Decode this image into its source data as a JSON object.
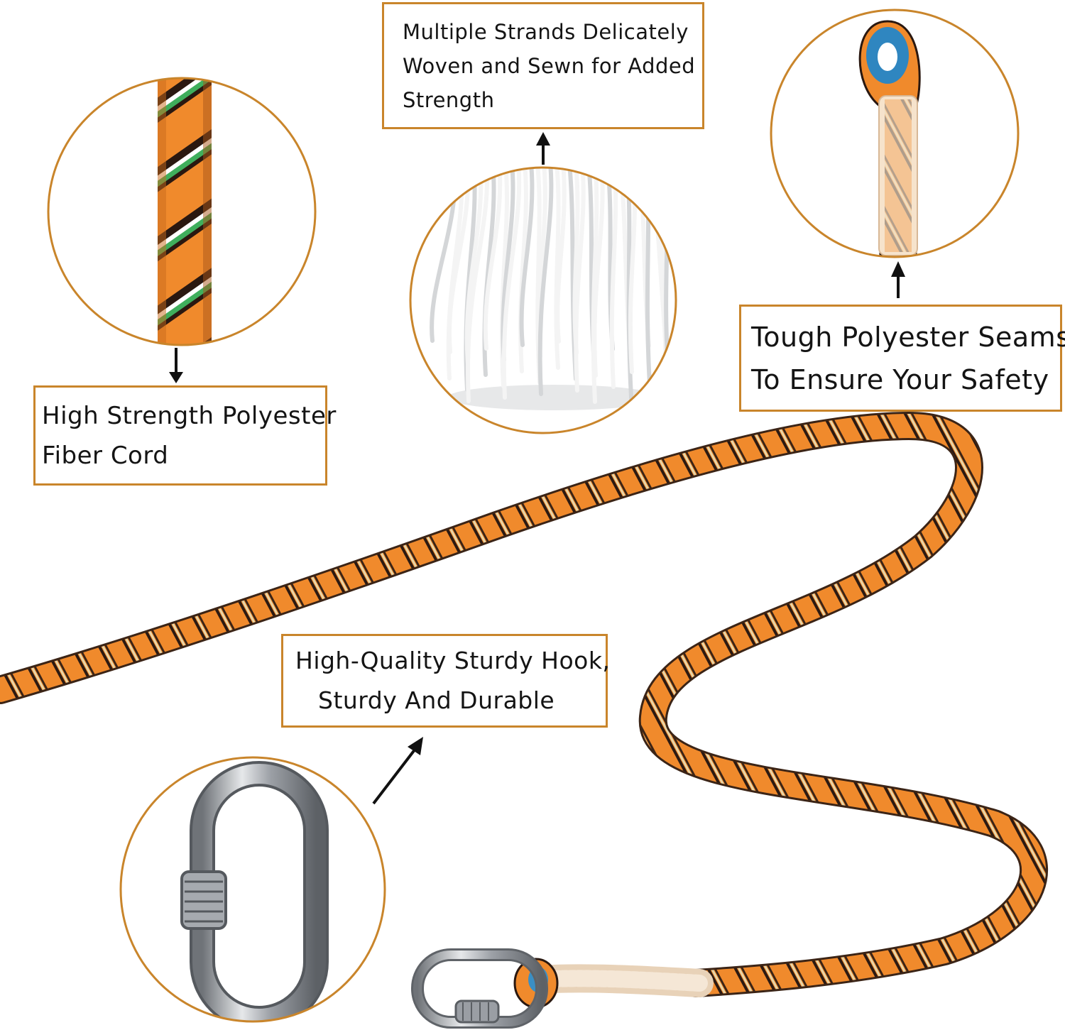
{
  "colors": {
    "callout_border": "#c9852b",
    "circle_border": "#c9852b",
    "rope_orange": "#f08a2c",
    "rope_stripe": "#3a2418",
    "rope_accent_green": "#3fae5c",
    "strand_white": "#f2f2f2",
    "metal": "#b9bcc1",
    "arrow": "#111111",
    "text": "#141414"
  },
  "callouts": {
    "strands": {
      "lines": [
        "Multiple Strands Delicately",
        "Woven and Sewn for Added",
        "Strength"
      ]
    },
    "fiber": {
      "lines": [
        "High Strength Polyester",
        "Fiber Cord"
      ]
    },
    "seams": {
      "lines": [
        "Tough Polyester Seams",
        "To Ensure Your Safety"
      ]
    },
    "hook": {
      "lines": [
        "High-Quality Sturdy Hook,",
        "Sturdy And Durable"
      ]
    }
  },
  "illustrations": {
    "closeup_rope": "rope-weave-closeup",
    "closeup_strands": "white-strands-closeup",
    "closeup_loop": "sewn-eye-loop-closeup",
    "closeup_hook": "screw-lock-carabiner",
    "main_product": "orange-rope-with-carabiner",
    "arrow_icon": "arrow-icon"
  }
}
